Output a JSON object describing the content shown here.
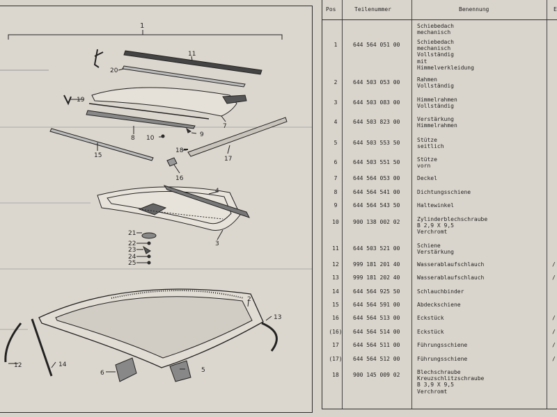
{
  "table": {
    "headers": {
      "pos": "Pos",
      "part": "Teilenummer",
      "name": "Benennung",
      "extra": "E"
    },
    "rows": [
      {
        "pos": "",
        "part": "",
        "name": "Schiebedach\nmechanisch",
        "note": ""
      },
      {
        "pos": "1",
        "part": "644 564 051 00",
        "name": "Schiebedach\nmechanisch\nVollständig\nmit\nHimmelverkleidung",
        "note": ""
      },
      {
        "pos": "2",
        "part": "644 503 053 00",
        "name": "Rahmen\nVollständig",
        "note": ""
      },
      {
        "pos": "3",
        "part": "644 503 083 00",
        "name": "Himmelrahmen\nVollständig",
        "note": ""
      },
      {
        "pos": "4",
        "part": "644 503 823 00",
        "name": "Verstärkung\nHimmelrahmen",
        "note": ""
      },
      {
        "pos": "5",
        "part": "644 503 553 50",
        "name": "Stütze\nseitlich",
        "note": ""
      },
      {
        "pos": "6",
        "part": "644 503 551 50",
        "name": "Stütze\nvorn",
        "note": ""
      },
      {
        "pos": "7",
        "part": "644 564 053 00",
        "name": "Deckel",
        "note": ""
      },
      {
        "pos": "8",
        "part": "644 564 541 00",
        "name": "Dichtungsschiene",
        "note": ""
      },
      {
        "pos": "9",
        "part": "644 564 543 50",
        "name": "Haltewinkel",
        "note": ""
      },
      {
        "pos": "10",
        "part": "900 138 002 02",
        "name": "Zylinderblechschraube\nB 2,9 X 9,5\nVerchromt",
        "note": ""
      },
      {
        "pos": "11",
        "part": "644 503 521 00",
        "name": "Schiene\nVerstärkung",
        "note": ""
      },
      {
        "pos": "12",
        "part": "999 181 201 40",
        "name": "Wasserablaufschlauch",
        "note": "/"
      },
      {
        "pos": "13",
        "part": "999 181 202 40",
        "name": "Wasserablaufschlauch",
        "note": "/"
      },
      {
        "pos": "14",
        "part": "644 564 925 50",
        "name": "Schlauchbinder",
        "note": ""
      },
      {
        "pos": "15",
        "part": "644 564 591 00",
        "name": "Abdeckschiene",
        "note": ""
      },
      {
        "pos": "16",
        "part": "644 564 513 00",
        "name": "Eckstück",
        "note": "/"
      },
      {
        "pos": "(16)",
        "part": "644 564 514 00",
        "name": "Eckstück",
        "note": "/"
      },
      {
        "pos": "17",
        "part": "644 564 511 00",
        "name": "Führungsschiene",
        "note": "/"
      },
      {
        "pos": "(17)",
        "part": "644 564 512 00",
        "name": "Führungsschiene",
        "note": "/"
      },
      {
        "pos": "18",
        "part": "900 145 009 02",
        "name": "Blechschraube\nKreuzschlitzschraube\nB 3,9 X 9,5\nVerchromt",
        "note": ""
      }
    ]
  },
  "diagram": {
    "labels": [
      "1",
      "2",
      "3",
      "4",
      "5",
      "6",
      "7",
      "8",
      "9",
      "10",
      "11",
      "12",
      "13",
      "14",
      "15",
      "16",
      "17",
      "18",
      "19",
      "20",
      "21",
      "22",
      "23",
      "24",
      "25"
    ]
  }
}
